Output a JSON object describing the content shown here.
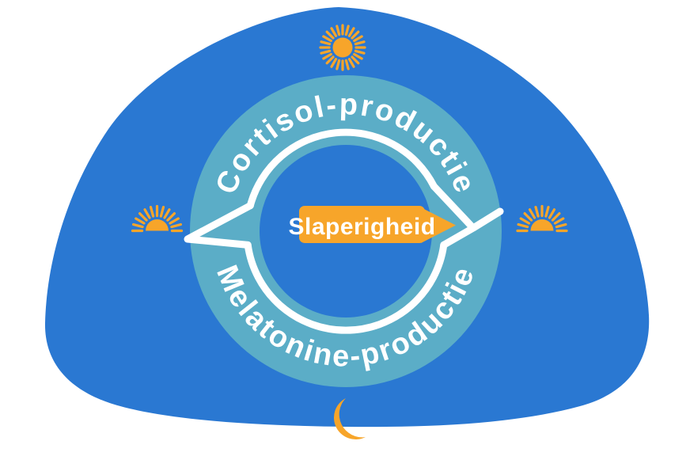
{
  "diagram": {
    "type": "cycle-infographic",
    "labels": {
      "top_arc": "Cortisol-productie",
      "bottom_arc": "Melatonine-productie",
      "center": "Slaperigheid"
    },
    "icons": {
      "top": "sun-icon",
      "left": "sunrise-icon",
      "right": "sunset-icon",
      "bottom": "moon-icon"
    },
    "colors": {
      "blob_blue": "#2A78D2",
      "ring_teal": "#5BADC7",
      "accent_orange": "#F7A52A",
      "line_white": "#FFFFFF"
    }
  }
}
